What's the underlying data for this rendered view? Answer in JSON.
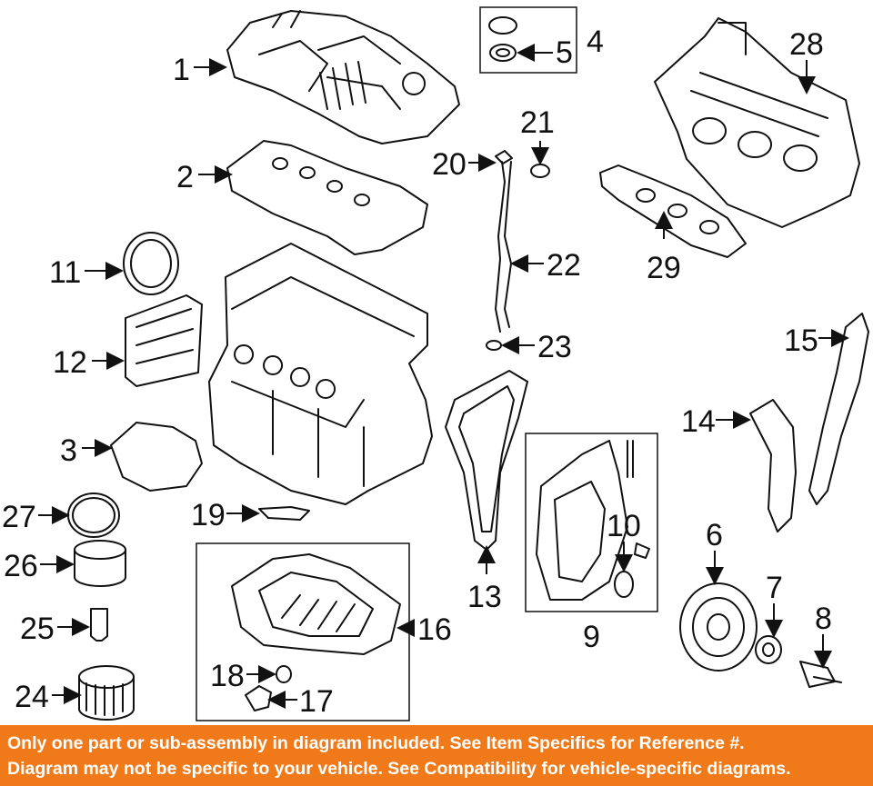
{
  "callouts": {
    "c1": "1",
    "c2": "2",
    "c3": "3",
    "c4": "4",
    "c5": "5",
    "c6": "6",
    "c7": "7",
    "c8": "8",
    "c9": "9",
    "c10": "10",
    "c11": "11",
    "c12": "12",
    "c13": "13",
    "c14": "14",
    "c15": "15",
    "c16": "16",
    "c17": "17",
    "c18": "18",
    "c19": "19",
    "c20": "20",
    "c21": "21",
    "c22": "22",
    "c23": "23",
    "c24": "24",
    "c25": "25",
    "c26": "26",
    "c27": "27",
    "c28": "28",
    "c29": "29"
  },
  "banner": {
    "line1": "Only one part or sub-assembly in diagram included. See Item Specifics for Reference #.",
    "line2": "Diagram may not be specific to your vehicle. See Compatibility for vehicle-specific diagrams."
  },
  "colors": {
    "banner_bg": "#f07a1a",
    "banner_text": "#ffffff",
    "line_art": "#111111"
  }
}
